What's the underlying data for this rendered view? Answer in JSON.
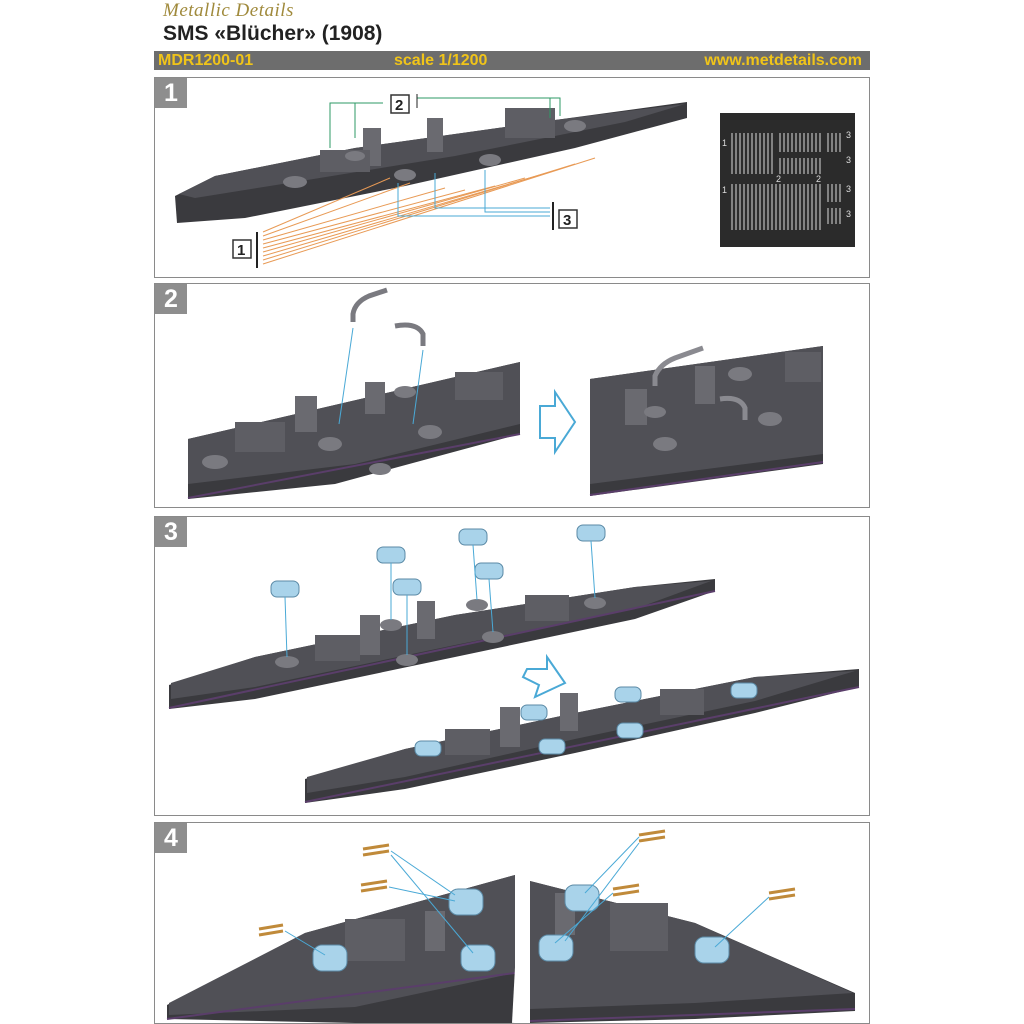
{
  "header": {
    "brand": "Metallic Details",
    "title": "SMS «Blücher» (1908)",
    "code": "MDR1200-01",
    "scale": "scale 1/1200",
    "website": "www.metdetails.com"
  },
  "steps": [
    {
      "number": "1",
      "callouts": [
        "1",
        "2",
        "3"
      ],
      "sheet_numbers": [
        "1",
        "3",
        "3",
        "2",
        "2",
        "1",
        "3",
        "3"
      ]
    },
    {
      "number": "2"
    },
    {
      "number": "3"
    },
    {
      "number": "4"
    }
  ],
  "colors": {
    "hull": "#3a3a3e",
    "deck": "#55555a",
    "turret": "#a9d3ea",
    "leader_blue": "#4aa9d6",
    "leader_green": "#2e9a66",
    "leader_orange": "#e89a55",
    "band": "#6d6d6d",
    "band_text": "#f0c419"
  }
}
